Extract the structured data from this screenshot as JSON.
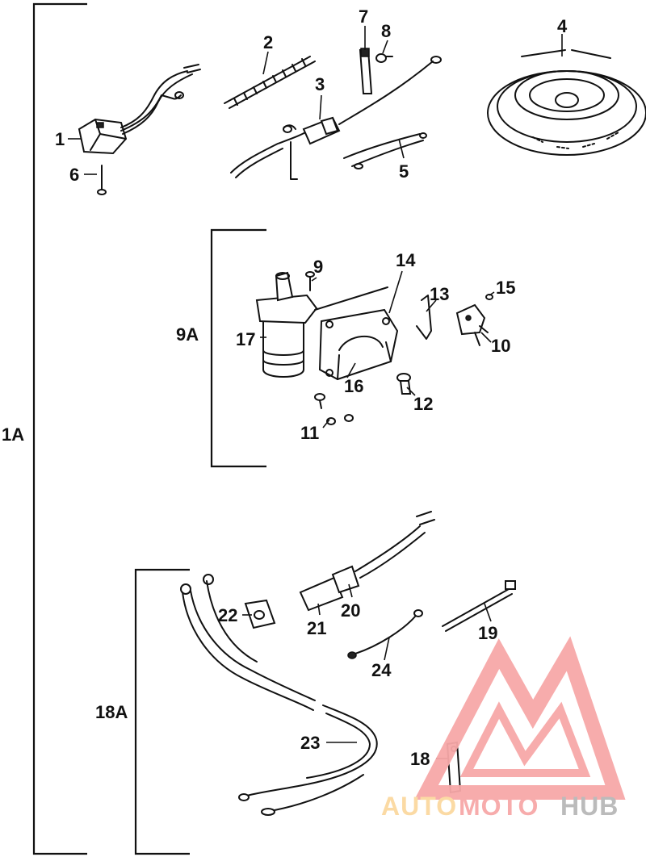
{
  "groups": {
    "g1A": "1A",
    "g9A": "9A",
    "g18A": "18A"
  },
  "callouts": {
    "c1": "1",
    "c2": "2",
    "c3": "3",
    "c4": "4",
    "c5": "5",
    "c6": "6",
    "c7": "7",
    "c8": "8",
    "c9": "9",
    "c10": "10",
    "c11": "11",
    "c12": "12",
    "c13": "13",
    "c14": "14",
    "c15": "15",
    "c16": "16",
    "c17": "17",
    "c18": "18",
    "c19": "19",
    "c20": "20",
    "c21": "21",
    "c22": "22",
    "c23": "23",
    "c24": "24"
  },
  "watermark": {
    "part1": "AUTO",
    "part2": "MOTO",
    "part3": "HUB",
    "color_primary": "#f7a8a8",
    "color_secondary": "#fbd9a0",
    "color_tertiary": "#b8b8b8"
  }
}
